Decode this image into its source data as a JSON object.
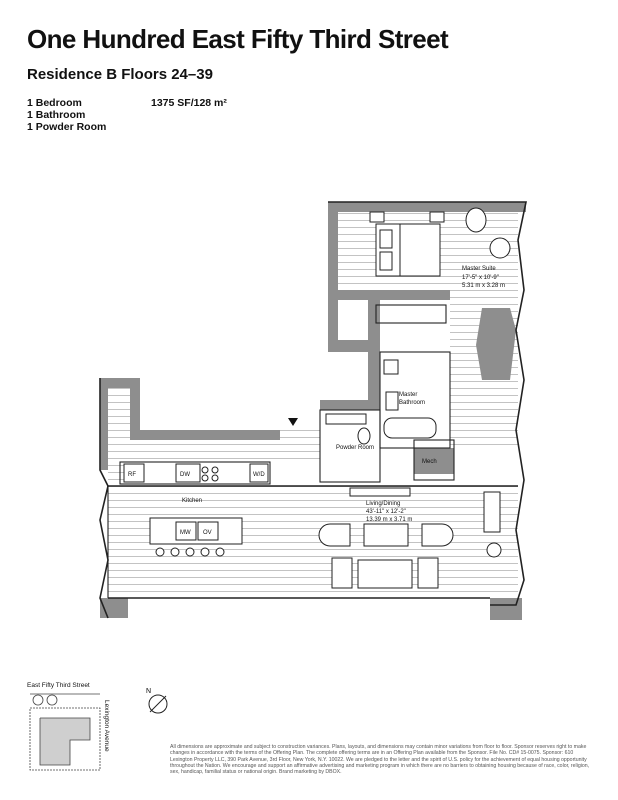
{
  "header": {
    "title": "One Hundred East Fifty Third Street",
    "subtitle": "Residence B Floors 24–39"
  },
  "specs": {
    "bedrooms": "1 Bedroom",
    "bathrooms": "1 Bathroom",
    "powder": "1 Powder Room",
    "area": "1375 SF/128 m²"
  },
  "rooms": {
    "master_suite": {
      "name": "Master Suite",
      "dim_ft": "17'-5\" x 10'-9\"",
      "dim_m": "5.31 m x 3.28 m"
    },
    "master_bath": {
      "line1": "Master",
      "line2": "Bathroom"
    },
    "powder": "Powder Room",
    "mech": "Mech",
    "kitchen": "Kitchen",
    "living": {
      "name": "Living/Dining",
      "dim_ft": "43'-11\" x 12'-2\"",
      "dim_m": "13.39 m x 3.71 m"
    }
  },
  "appliances": {
    "rf": "RF",
    "dw": "DW",
    "wd": "W/D",
    "mw": "MW",
    "ov": "OV"
  },
  "key_plan": {
    "street": "East Fifty Third Street",
    "avenue": "Lexington Avenue",
    "north": "N"
  },
  "disclaimer": "All dimensions are approximate and subject to construction variances. Plans, layouts, and dimensions may contain minor variations from floor to floor. Sponsor reserves right to make changes in accordance with the terms of the Offering Plan. The complete offering terms are in an Offering Plan available from the Sponsor. File No. CD# 15-0075. Sponsor: 610 Lexington Property LLC, 390 Park Avenue, 3rd Floor, New York, N.Y. 10022. We are pledged to the letter and the spirit of U.S. policy for the achievement of equal housing opportunity throughout the Nation. We encourage and support an affirmative advertising and marketing program in which there are no barriers to obtaining housing because of race, color, religion, sex, handicap, familial status or national origin. Brand marketing by DBOX."
}
